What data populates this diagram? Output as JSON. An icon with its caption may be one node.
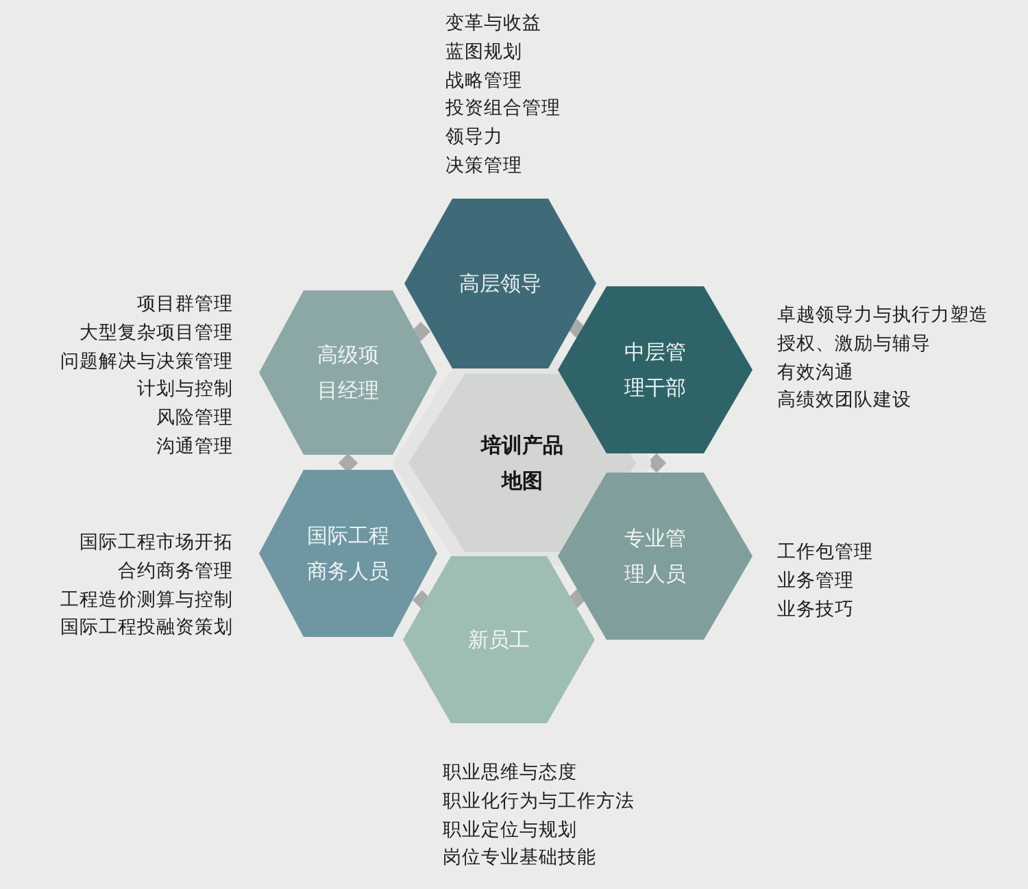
{
  "diagram": {
    "nodes": [
      {
        "text": [
          "培训产品地图"
        ]
      },
      {
        "text": [
          "高层领导"
        ],
        "beside": [
          "变革与收益",
          "蓝图规划",
          "战略管理",
          "投资组合管理",
          "领导力",
          "决策管理"
        ]
      },
      {
        "text": [
          "高级项目经理"
        ],
        "beside": [
          "项目群管理",
          "大型复杂项目管理",
          "问题解决与决策管理",
          "计划与控制",
          "风险管理",
          "沟通管理"
        ]
      },
      {
        "text": [
          "中层管理干部"
        ],
        "beside": [
          "卓越领导力与执行力塑造",
          "授权、激励与辅导",
          "有效沟通",
          "高绩效团队建设"
        ]
      },
      {
        "text": [
          "国际工程商务人员"
        ],
        "beside": [
          "国际工程市场开拓",
          "合约商务管理",
          "工程造价测算与控制",
          "国际工程投融资策划"
        ]
      },
      {
        "text": [
          "专业管理人员"
        ],
        "beside": [
          "工作包管理",
          "业务管理",
          "业务技巧"
        ]
      },
      {
        "text": [
          "新员工"
        ],
        "beside": [
          "职业思维与态度",
          "职业化行为与工作方法",
          "职业定位与规划",
          "岗位专业基础技能"
        ]
      }
    ]
  }
}
